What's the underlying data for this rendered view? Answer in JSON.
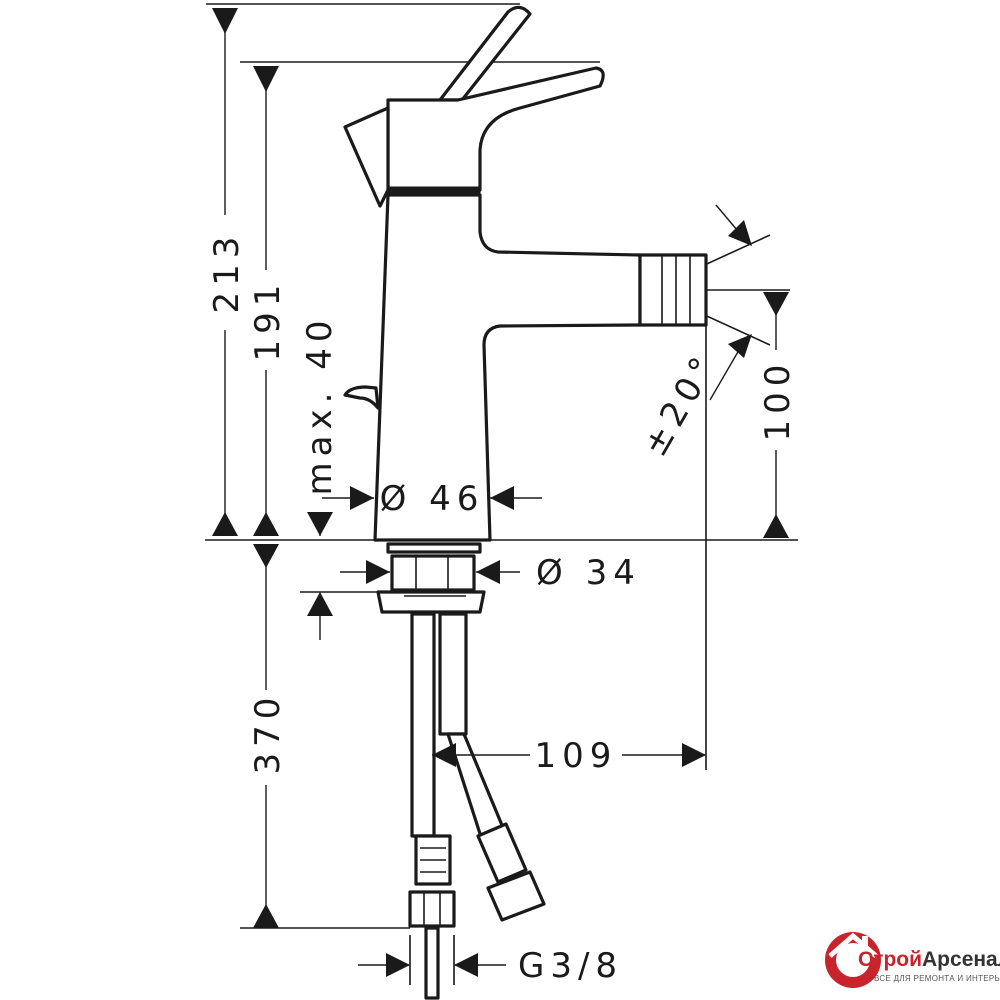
{
  "dimensions": {
    "height_total": "213",
    "height_spout": "191",
    "max_pop_up": "max. 40",
    "body_diameter": "Ø 46",
    "mount_diameter": "Ø 34",
    "hose_length": "370",
    "reach": "109",
    "swivel_angle": "±20°",
    "aerator_height": "100",
    "connection_thread": "G3/8"
  },
  "brand": {
    "name_part1": "Строй",
    "name_part2": "Арсенал",
    "tagline": "ВСЕ ДЛЯ РЕМОНТА И ИНТЕРЬЕРА",
    "accent_color": "#c8242b",
    "icon": "house-roof-logo-icon"
  }
}
